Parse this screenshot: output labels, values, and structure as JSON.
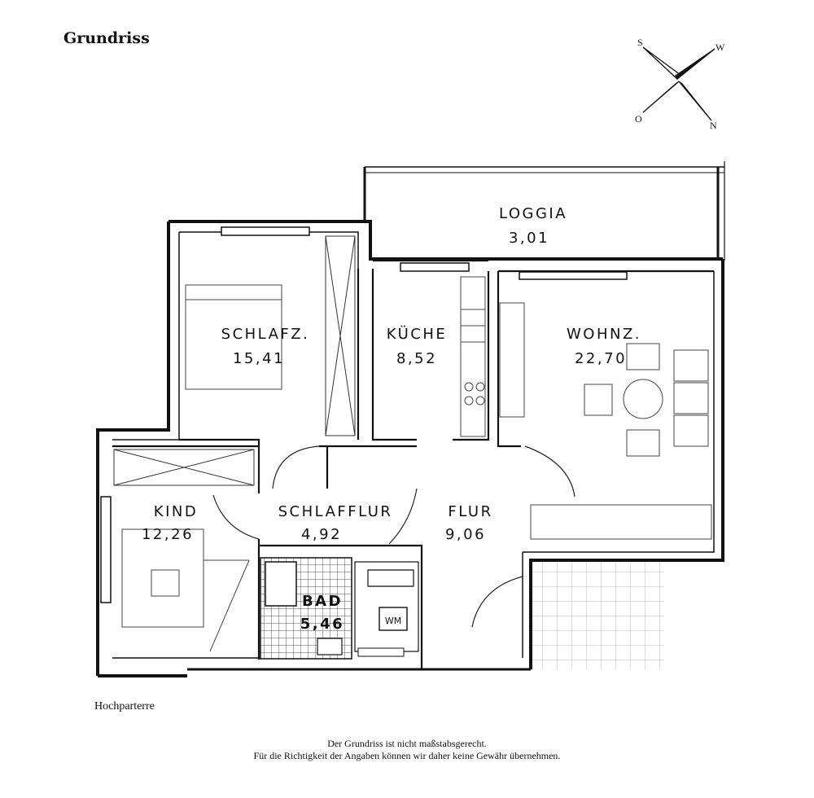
{
  "header": {
    "title": "Grundriss"
  },
  "compass": {
    "n": "N",
    "s": "S",
    "w": "W",
    "o": "O"
  },
  "rooms": {
    "loggia": {
      "name": "LOGGIA",
      "area": "3,01"
    },
    "schlafz": {
      "name": "SCHLAFZ.",
      "area": "15,41"
    },
    "kueche": {
      "name": "KÜCHE",
      "area": "8,52"
    },
    "wohnz": {
      "name": "WOHNZ.",
      "area": "22,70"
    },
    "kind": {
      "name": "KIND",
      "area": "12,26"
    },
    "schlafflur": {
      "name": "SCHLAFFLUR",
      "area": "4,92"
    },
    "flur": {
      "name": "FLUR",
      "area": "9,06"
    },
    "bad": {
      "name": "BAD",
      "area": "5,46"
    },
    "wm": {
      "name": "WM"
    }
  },
  "footer": {
    "floor": "Hochparterre",
    "disclaimer_line1": "Der Grundriss ist nicht maßstabsgerecht.",
    "disclaimer_line2": "Für die Richtigkeit der Angaben können wir daher keine Gewähr übernehmen."
  }
}
